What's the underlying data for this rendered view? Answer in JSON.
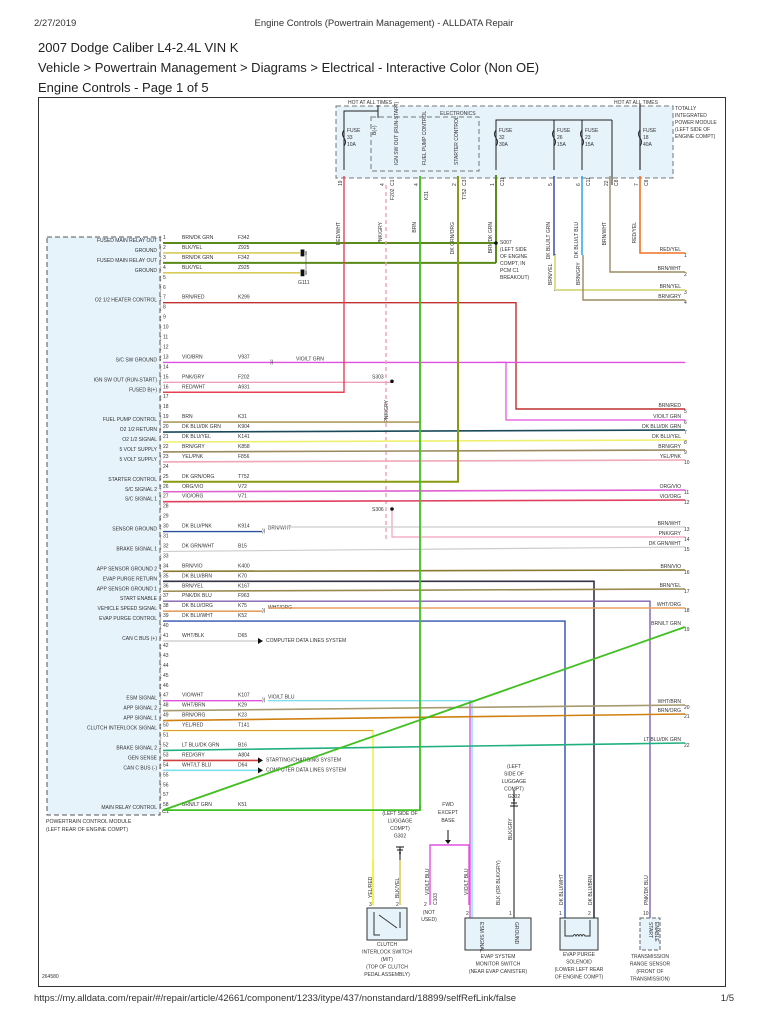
{
  "header": {
    "date": "2/27/2019",
    "title": "Engine Controls (Powertrain Management) - ALLDATA Repair"
  },
  "vehicle": "2007 Dodge Caliber L4-2.4L VIN K",
  "breadcrumb": "Vehicle > Powertrain Management > Diagrams > Electrical - Interactive Color (Non OE)",
  "page_title": "Engine Controls - Page 1 of 5",
  "footer": {
    "url": "https://my.alldata.com/repair/#/repair/article/42661/component/1233/itype/437/nonstandard/18899/selfRefLink/false",
    "page": "1/5"
  },
  "diagram": {
    "id": "264580",
    "hot_at_all_times": "HOT AT ALL TIMES",
    "electronics_label": "ELECTRONICS",
    "tipm_label": [
      "TOTALLY",
      "INTEGRATED",
      "POWER MODULE",
      "(LEFT SIDE OF",
      "ENGINE COMPT)"
    ],
    "fuses": [
      {
        "name": "FUSE",
        "num": "33",
        "amp": "10A"
      },
      {
        "name": "FUSE",
        "num": "32",
        "amp": "30A"
      },
      {
        "name": "FUSE",
        "num": "26",
        "amp": "15A"
      },
      {
        "name": "FUSE",
        "num": "23",
        "amp": "15A"
      },
      {
        "name": "FUSE",
        "num": "18",
        "amp": "40A"
      }
    ],
    "electronics_outputs": [
      "B(+)",
      "IGN SW OUT (RUN-START)",
      "FUEL PUMP CONTROL",
      "STARTER CONTROL"
    ],
    "tipm_pins": [
      {
        "pin": "19",
        "wire": "RED/WHT"
      },
      {
        "pin": "4",
        "wire": "PNK/GRY",
        "circuit": "F202",
        "conn": "C1"
      },
      {
        "pin": "4",
        "wire": "BRN",
        "circuit": "K31"
      },
      {
        "pin": "2",
        "wire": "DK GRN/ORG",
        "circuit": "T752",
        "conn": "C3"
      },
      {
        "pin": "1",
        "wire": "BRN/DK GRN",
        "conn": "C11"
      },
      {
        "pin": "5",
        "wire": "DK BLU/LT GRN"
      },
      {
        "pin": "6",
        "wire": "DK BLU/LT BLU",
        "conn": "C11"
      },
      {
        "pin": "22",
        "wire": "BRN/WHT",
        "conn": "C8"
      },
      {
        "pin": "7",
        "wire": "RED/YEL",
        "conn": "C8"
      }
    ],
    "splice_s007": [
      "S007",
      "(LEFT SIDE",
      "OF ENGINE",
      "COMPT, IN",
      "PCM C1",
      "BREAKOUT)"
    ],
    "splice_s303": "S303",
    "splice_s306": "S306",
    "ground_g111": "G111",
    "pcm_label": [
      "POWERTRAIN CONTROL MODULE",
      "(LEFT REAR OF ENGINE COMPT)"
    ],
    "pcm_connector": "C1",
    "pcm_pins": [
      {
        "pin": "1",
        "label": "FUSED MAIN RELAY OUT",
        "wire": "BRN/DK GRN",
        "circuit": "F342"
      },
      {
        "pin": "2",
        "label": "GROUND",
        "wire": "BLK/YEL",
        "circuit": "Z925"
      },
      {
        "pin": "3",
        "label": "FUSED MAIN RELAY OUT",
        "wire": "BRN/DK GRN",
        "circuit": "F342"
      },
      {
        "pin": "4",
        "label": "GROUND",
        "wire": "BLK/YEL",
        "circuit": "Z925"
      },
      {
        "pin": "5",
        "label": "",
        "wire": "",
        "circuit": ""
      },
      {
        "pin": "6",
        "label": "",
        "wire": "",
        "circuit": ""
      },
      {
        "pin": "7",
        "label": "O2 1/2 HEATER CONTROL",
        "wire": "BRN/RED",
        "circuit": "K299"
      },
      {
        "pin": "8",
        "label": "",
        "wire": "",
        "circuit": ""
      },
      {
        "pin": "9",
        "label": "",
        "wire": "",
        "circuit": ""
      },
      {
        "pin": "10",
        "label": "",
        "wire": "",
        "circuit": ""
      },
      {
        "pin": "11",
        "label": "",
        "wire": "",
        "circuit": ""
      },
      {
        "pin": "12",
        "label": "",
        "wire": "",
        "circuit": ""
      },
      {
        "pin": "13",
        "label": "S/C SW GROUND",
        "wire": "VIO/BRN",
        "circuit": "V937",
        "splice_wire": "VIO/LT GRN"
      },
      {
        "pin": "14",
        "label": "",
        "wire": "",
        "circuit": ""
      },
      {
        "pin": "15",
        "label": "IGN SW OUT (RUN-START)",
        "wire": "PNK/GRY",
        "circuit": "F202"
      },
      {
        "pin": "16",
        "label": "FUSED B(+)",
        "wire": "RED/WHT",
        "circuit": "A931"
      },
      {
        "pin": "17",
        "label": "",
        "wire": "",
        "circuit": ""
      },
      {
        "pin": "18",
        "label": "",
        "wire": "",
        "circuit": ""
      },
      {
        "pin": "19",
        "label": "FUEL PUMP CONTROL",
        "wire": "BRN",
        "circuit": "K31"
      },
      {
        "pin": "20",
        "label": "O2 1/2 RETURN",
        "wire": "DK BLU/DK GRN",
        "circuit": "K904"
      },
      {
        "pin": "21",
        "label": "O2 1/2 SIGNAL",
        "wire": "DK BLU/YEL",
        "circuit": "K141"
      },
      {
        "pin": "22",
        "label": "5 VOLT SUPPLY",
        "wire": "BRN/GRY",
        "circuit": "K858"
      },
      {
        "pin": "23",
        "label": "5 VOLT SUPPLY",
        "wire": "YEL/PNK",
        "circuit": "F856"
      },
      {
        "pin": "24",
        "label": "",
        "wire": "",
        "circuit": ""
      },
      {
        "pin": "25",
        "label": "STARTER CONTROL",
        "wire": "DK GRN/ORG",
        "circuit": "T752"
      },
      {
        "pin": "26",
        "label": "S/C SIGNAL 2",
        "wire": "ORG/VIO",
        "circuit": "V72"
      },
      {
        "pin": "27",
        "label": "S/C SIGNAL 1",
        "wire": "VIO/ORG",
        "circuit": "V71"
      },
      {
        "pin": "28",
        "label": "",
        "wire": "",
        "circuit": ""
      },
      {
        "pin": "29",
        "label": "",
        "wire": "",
        "circuit": ""
      },
      {
        "pin": "30",
        "label": "SENSOR GROUND",
        "wire": "DK BLU/PNK",
        "circuit": "K914",
        "splice_wire": "BRN/WHT"
      },
      {
        "pin": "31",
        "label": "",
        "wire": "",
        "circuit": ""
      },
      {
        "pin": "32",
        "label": "BRAKE SIGNAL 1",
        "wire": "DK GRN/WHT",
        "circuit": "B15"
      },
      {
        "pin": "33",
        "label": "",
        "wire": "",
        "circuit": ""
      },
      {
        "pin": "34",
        "label": "APP SENSOR GROUND 2",
        "wire": "BRN/VIO",
        "circuit": "K400"
      },
      {
        "pin": "35",
        "label": "EVAP PURGE RETURN",
        "wire": "DK BLU/BRN",
        "circuit": "K70"
      },
      {
        "pin": "36",
        "label": "APP SENSOR GROUND 1",
        "wire": "BRN/YEL",
        "circuit": "K167"
      },
      {
        "pin": "37",
        "label": "START ENABLE",
        "wire": "PNK/DK BLU",
        "circuit": "F963"
      },
      {
        "pin": "38",
        "label": "VEHICLE SPEED SIGNAL",
        "wire": "DK BLU/ORG",
        "circuit": "K75",
        "splice_wire": "WHT/ORG"
      },
      {
        "pin": "39",
        "label": "EVAP PURGE CONTROL",
        "wire": "DK BLU/WHT",
        "circuit": "K52"
      },
      {
        "pin": "40",
        "label": "",
        "wire": "",
        "circuit": ""
      },
      {
        "pin": "41",
        "label": "CAN C BUS (+)",
        "wire": "WHT/BLK",
        "circuit": "D65",
        "dest": "COMPUTER DATA LINES SYSTEM"
      },
      {
        "pin": "42",
        "label": "",
        "wire": "",
        "circuit": ""
      },
      {
        "pin": "43",
        "label": "",
        "wire": "",
        "circuit": ""
      },
      {
        "pin": "44",
        "label": "",
        "wire": "",
        "circuit": ""
      },
      {
        "pin": "45",
        "label": "",
        "wire": "",
        "circuit": ""
      },
      {
        "pin": "46",
        "label": "",
        "wire": "",
        "circuit": ""
      },
      {
        "pin": "47",
        "label": "ESM SIGNAL",
        "wire": "VIO/WHT",
        "circuit": "K107",
        "splice_wire": "VIO/LT BLU"
      },
      {
        "pin": "48",
        "label": "APP SIGNAL 2",
        "wire": "WHT/BRN",
        "circuit": "K29"
      },
      {
        "pin": "49",
        "label": "APP SIGNAL 1",
        "wire": "BRN/ORG",
        "circuit": "K23"
      },
      {
        "pin": "50",
        "label": "CLUTCH INTERLOCK SIGNAL",
        "wire": "YEL/RED",
        "circuit": "T141"
      },
      {
        "pin": "51",
        "label": "",
        "wire": "",
        "circuit": ""
      },
      {
        "pin": "52",
        "label": "BRAKE SIGNAL 2",
        "wire": "LT BLU/DK GRN",
        "circuit": "B16"
      },
      {
        "pin": "53",
        "label": "GEN SENSE",
        "wire": "RED/GRY",
        "circuit": "A804",
        "dest": "STARTING/CHARGING SYSTEM"
      },
      {
        "pin": "54",
        "label": "CAN C BUS (-)",
        "wire": "WHT/LT BLU",
        "circuit": "D64",
        "dest": "COMPUTER DATA LINES SYSTEM"
      },
      {
        "pin": "55",
        "label": "",
        "wire": "",
        "circuit": ""
      },
      {
        "pin": "56",
        "label": "",
        "wire": "",
        "circuit": ""
      },
      {
        "pin": "57",
        "label": "",
        "wire": "",
        "circuit": ""
      },
      {
        "pin": "58",
        "label": "MAIN RELAY CONTROL",
        "wire": "BRN/LT GRN",
        "circuit": "K51"
      }
    ],
    "right_terminals": [
      {
        "num": "1",
        "wire": "RED/YEL"
      },
      {
        "num": "2",
        "wire": "BRN/WHT"
      },
      {
        "num": "3",
        "wire": "BRN/YEL"
      },
      {
        "num": "4",
        "wire": "BRN/GRY"
      },
      {
        "num": "5",
        "wire": "BRN/RED"
      },
      {
        "num": "6",
        "wire": "VIO/LT GRN"
      },
      {
        "num": "7",
        "wire": "DK BLU/DK GRN"
      },
      {
        "num": "8",
        "wire": "DK BLU/YEL"
      },
      {
        "num": "9",
        "wire": "BRN/GRY"
      },
      {
        "num": "10",
        "wire": "YEL/PNK"
      },
      {
        "num": "11",
        "wire": "ORG/VIO"
      },
      {
        "num": "12",
        "wire": "VIO/ORG"
      },
      {
        "num": "13",
        "wire": "BRN/WHT"
      },
      {
        "num": "14",
        "wire": "PNK/GRY"
      },
      {
        "num": "15",
        "wire": "DK GRN/WHT"
      },
      {
        "num": "16",
        "wire": "BRN/VIO"
      },
      {
        "num": "17",
        "wire": "BRN/YEL"
      },
      {
        "num": "18",
        "wire": "WHT/ORG"
      },
      {
        "num": "19",
        "wire": "BRN/LT GRN"
      },
      {
        "num": "20",
        "wire": "WHT/BRN"
      },
      {
        "num": "21",
        "wire": "BRN/ORG"
      },
      {
        "num": "22",
        "wire": "LT BLU/DK GRN"
      }
    ],
    "tipm_down_wires": [
      "BRN/YEL",
      "BRN/GRY"
    ],
    "components": {
      "clutch_switch": {
        "label": [
          "CLUTCH",
          "INTERLOCK SWITCH",
          "(M/T)",
          "(TOP OF CLUTCH",
          "PEDAL ASSEMBLY)"
        ],
        "pins": [
          {
            "pin": "3",
            "wire": "YEL/RED"
          },
          {
            "pin": "2",
            "wire": "BLK/YEL"
          }
        ],
        "ground": [
          "(LEFT SIDE OF",
          "LUGGAGE",
          "COMPT)",
          "G302"
        ]
      },
      "evap_monitor": {
        "label": [
          "EVAP SYSTEM",
          "MONITOR SWITCH",
          "(NEAR EVAP CANISTER)"
        ],
        "pins": [
          {
            "pin": "2",
            "wire": "VIO/LT BLU",
            "name": "ESM SIGNAL"
          },
          {
            "pin": "1",
            "wire": "BLK (OR BLK/GRY)",
            "name": "GROUND"
          }
        ],
        "not_used": {
          "pin": "2",
          "wire": "VIO/LT BLU",
          "conn": "C103",
          "text": [
            "(NOT",
            "USED)"
          ]
        },
        "fwd_note": [
          "FWD",
          "EXCEPT",
          "BASE"
        ],
        "ground": [
          "(LEFT",
          "SIDE OF",
          "LUGGAGE",
          "COMPT)",
          "G302"
        ],
        "ground_wire": "BLK/GRY"
      },
      "evap_purge": {
        "label": [
          "EVAP PURGE",
          "SOLENOID",
          "(LOWER LEFT REAR",
          "OF ENGINE COMPT)"
        ],
        "pins": [
          {
            "pin": "1",
            "wire": "DK BLU/WHT"
          },
          {
            "pin": "2",
            "wire": "DK BLU/BRN"
          }
        ]
      },
      "trs": {
        "label": [
          "TRANSMISSION",
          "RANGE SENSOR",
          "(FRONT OF",
          "TRANSMISSION)"
        ],
        "pins": [
          {
            "pin": "10",
            "wire": "PNK/DK BLU"
          }
        ],
        "inner": [
          "START",
          "ENABLE"
        ]
      }
    },
    "colors": {
      "brn_dkgrn": "#5a8a1a",
      "blk_yel": "#d8cc5a",
      "brn_red": "#c03030",
      "vio": "#e050e0",
      "pnk_gry": "#f0a0b8",
      "red_wht": "#e84050",
      "brn": "#a08a40",
      "dkblu_dkgrn": "#1a4a5a",
      "dkblu_yel": "#f0f070",
      "brn_gry": "#9a8a60",
      "yel_pnk": "#f0a8b8",
      "dkgrn_org": "#8a9a10",
      "org_vio": "#e060d0",
      "vio_org": "#e04060",
      "gray_light": "#cccccc",
      "brn_vio": "#8a7a30",
      "dkblu_brn": "#334",
      "brn_yel": "#9a8a50",
      "pnk_dkblu": "#8060b0",
      "dkblu_org": "#e8a060",
      "dkblu_wht": "#3050b0",
      "green": "#40c020",
      "wht_brn": "#a89a70",
      "brn_org": "#d08010",
      "yel_red": "#f0f030",
      "ltblu_dkgrn": "#20b080",
      "red_gry": "#d04040",
      "wht_ltblu": "#80e0f0",
      "red_yel": "#f07020",
      "dkblu_ltgrn": "#3040a0",
      "dkblu_ltblu": "#20a0e0",
      "module_fill": "#e6f3fb",
      "frame": "#333333"
    }
  }
}
